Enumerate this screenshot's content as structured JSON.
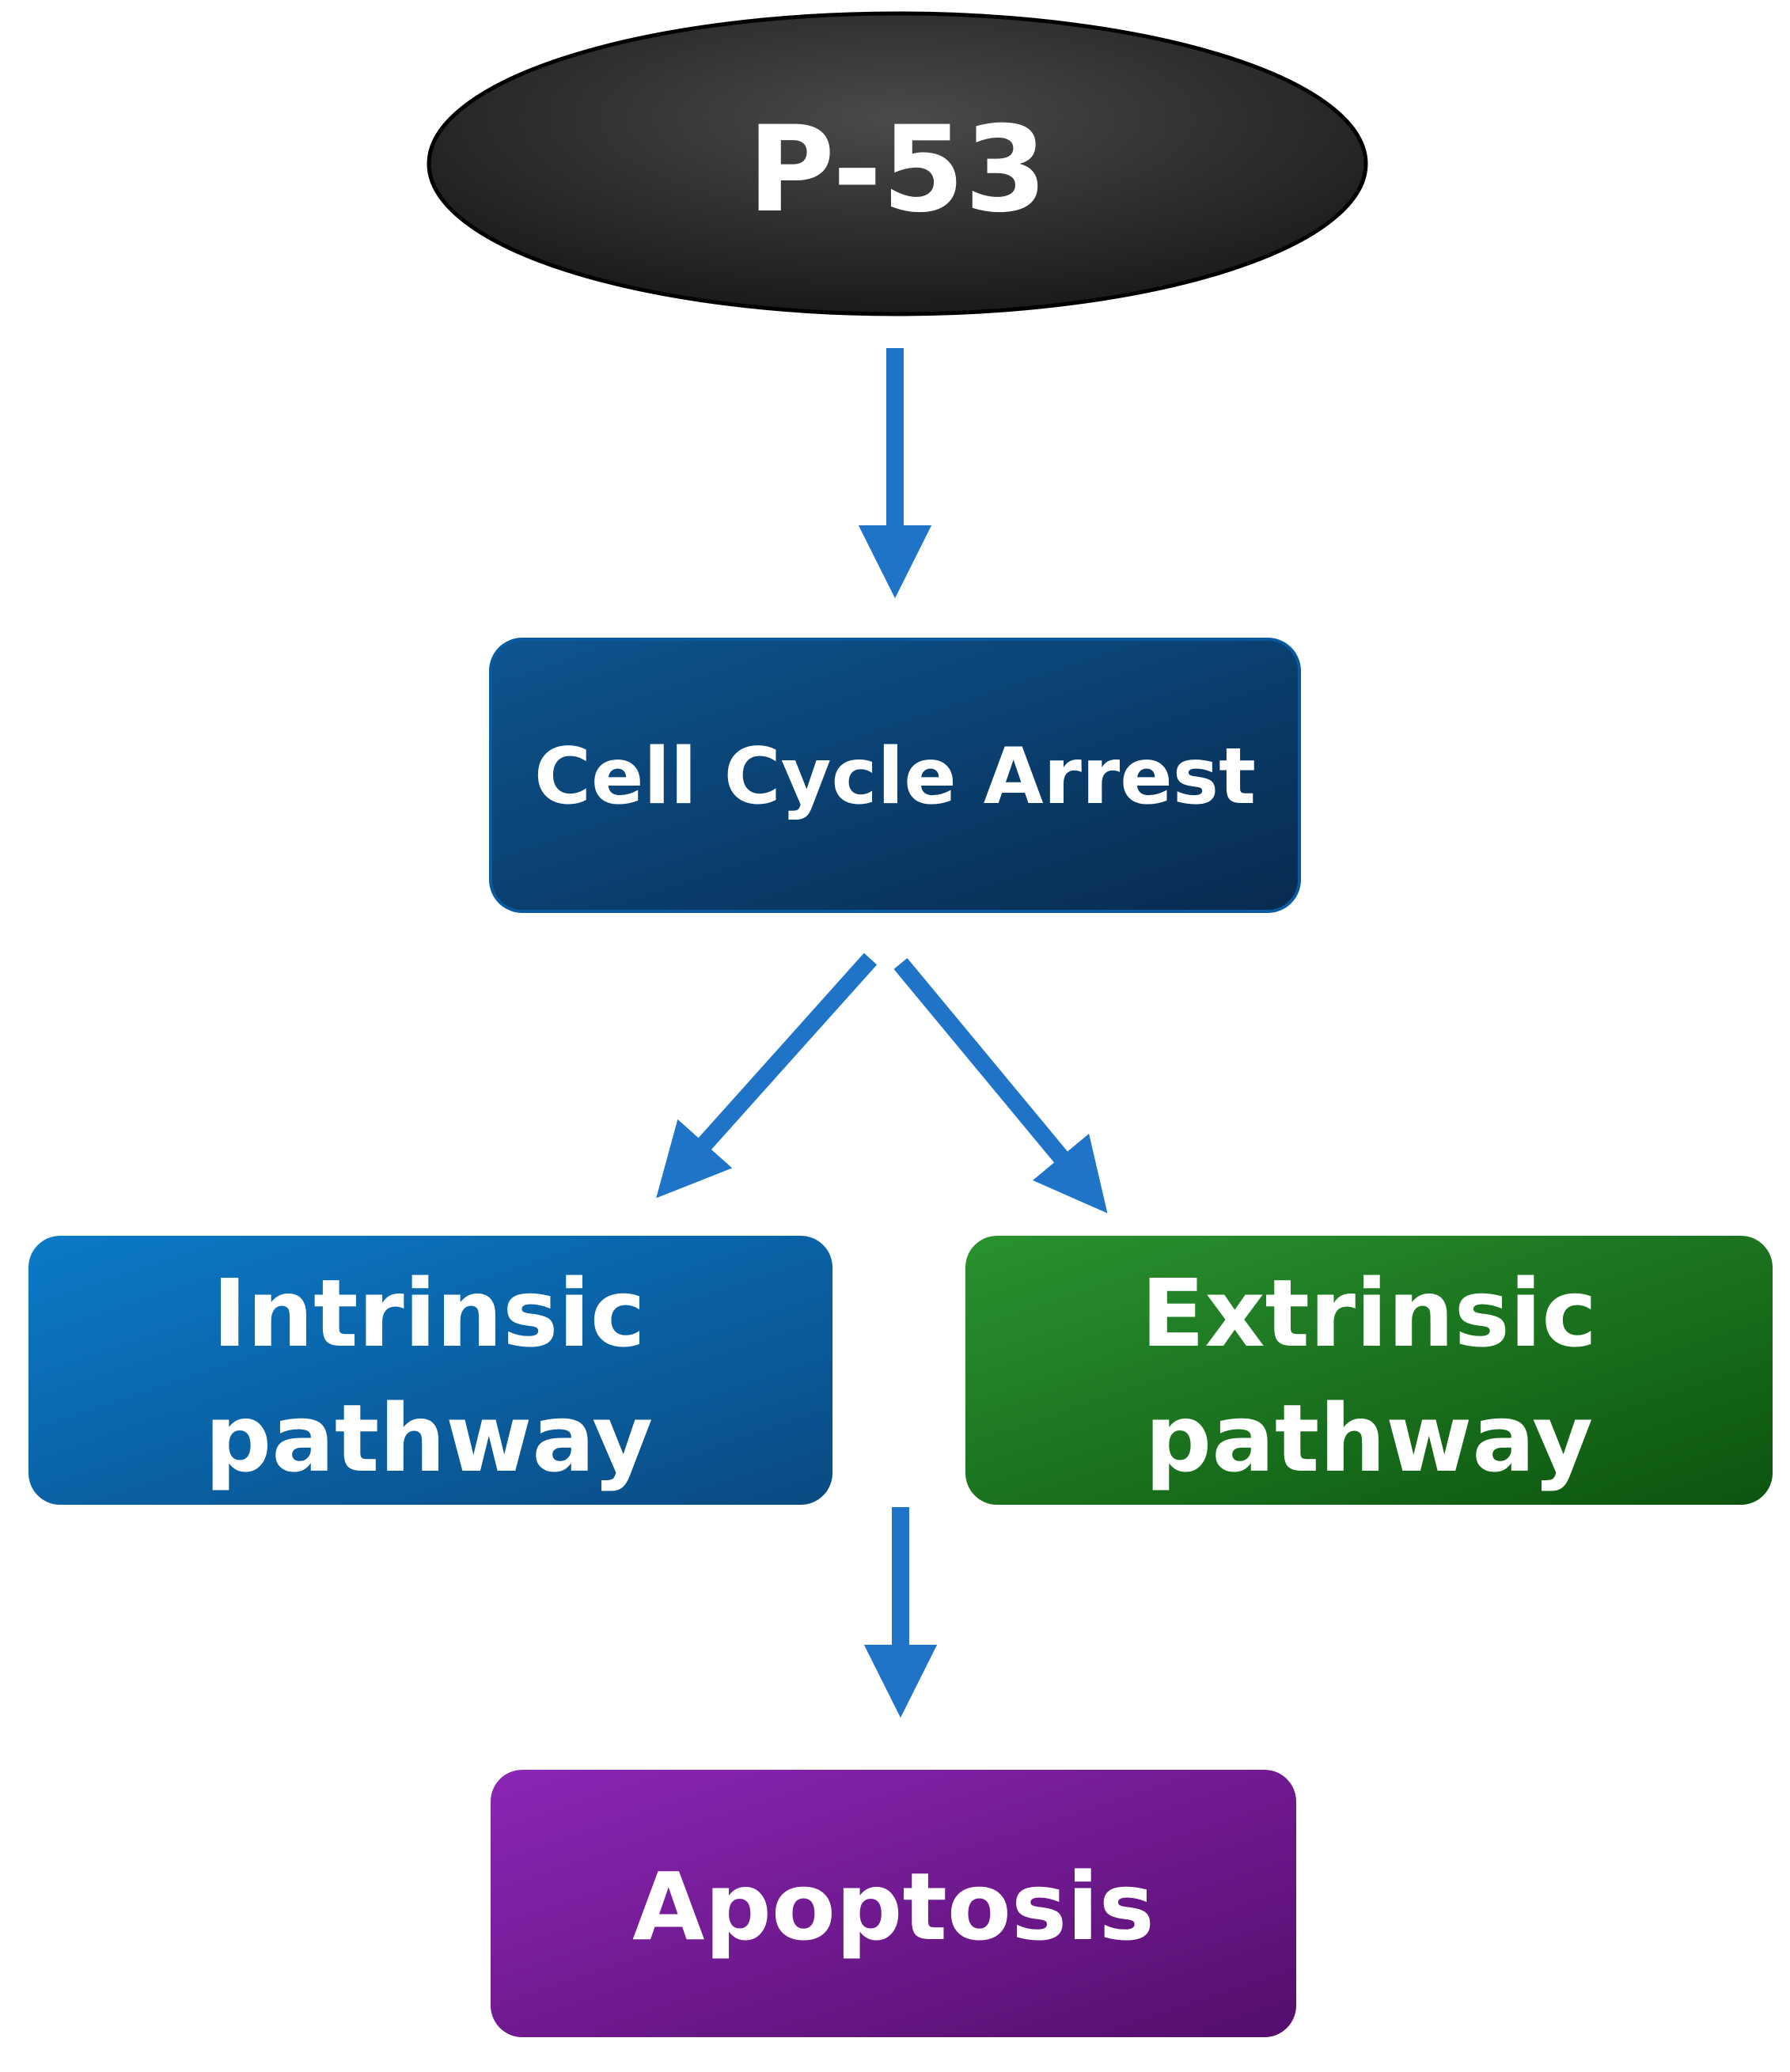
{
  "nodes": {
    "p53": {
      "label": "P-53"
    },
    "cell_cycle_arrest": {
      "label": "Cell Cycle Arrest"
    },
    "intrinsic": {
      "line1": "Intrinsic",
      "line2": "pathway"
    },
    "extrinsic": {
      "line1": "Extrinsic",
      "line2": "pathway"
    },
    "apoptosis": {
      "label": "Apoptosis"
    }
  },
  "edges": [
    {
      "from": "p53",
      "to": "cell_cycle_arrest"
    },
    {
      "from": "cell_cycle_arrest",
      "to": "intrinsic"
    },
    {
      "from": "cell_cycle_arrest",
      "to": "extrinsic"
    },
    {
      "from": "intrinsic",
      "to": "apoptosis"
    }
  ],
  "colors": {
    "arrow": "#1f74c8",
    "p53_fill_light": "#4a4a4a",
    "p53_fill_dark": "#1c1c1c",
    "cell_cycle_light": "#0b4f86",
    "cell_cycle_dark": "#0a2e55",
    "intrinsic_light": "#0b75c1",
    "intrinsic_dark": "#0b4b85",
    "extrinsic_light": "#23892a",
    "extrinsic_dark": "#0f5a12",
    "apoptosis_light": "#8a24b3",
    "apoptosis_dark": "#581070",
    "text": "#ffffff"
  }
}
